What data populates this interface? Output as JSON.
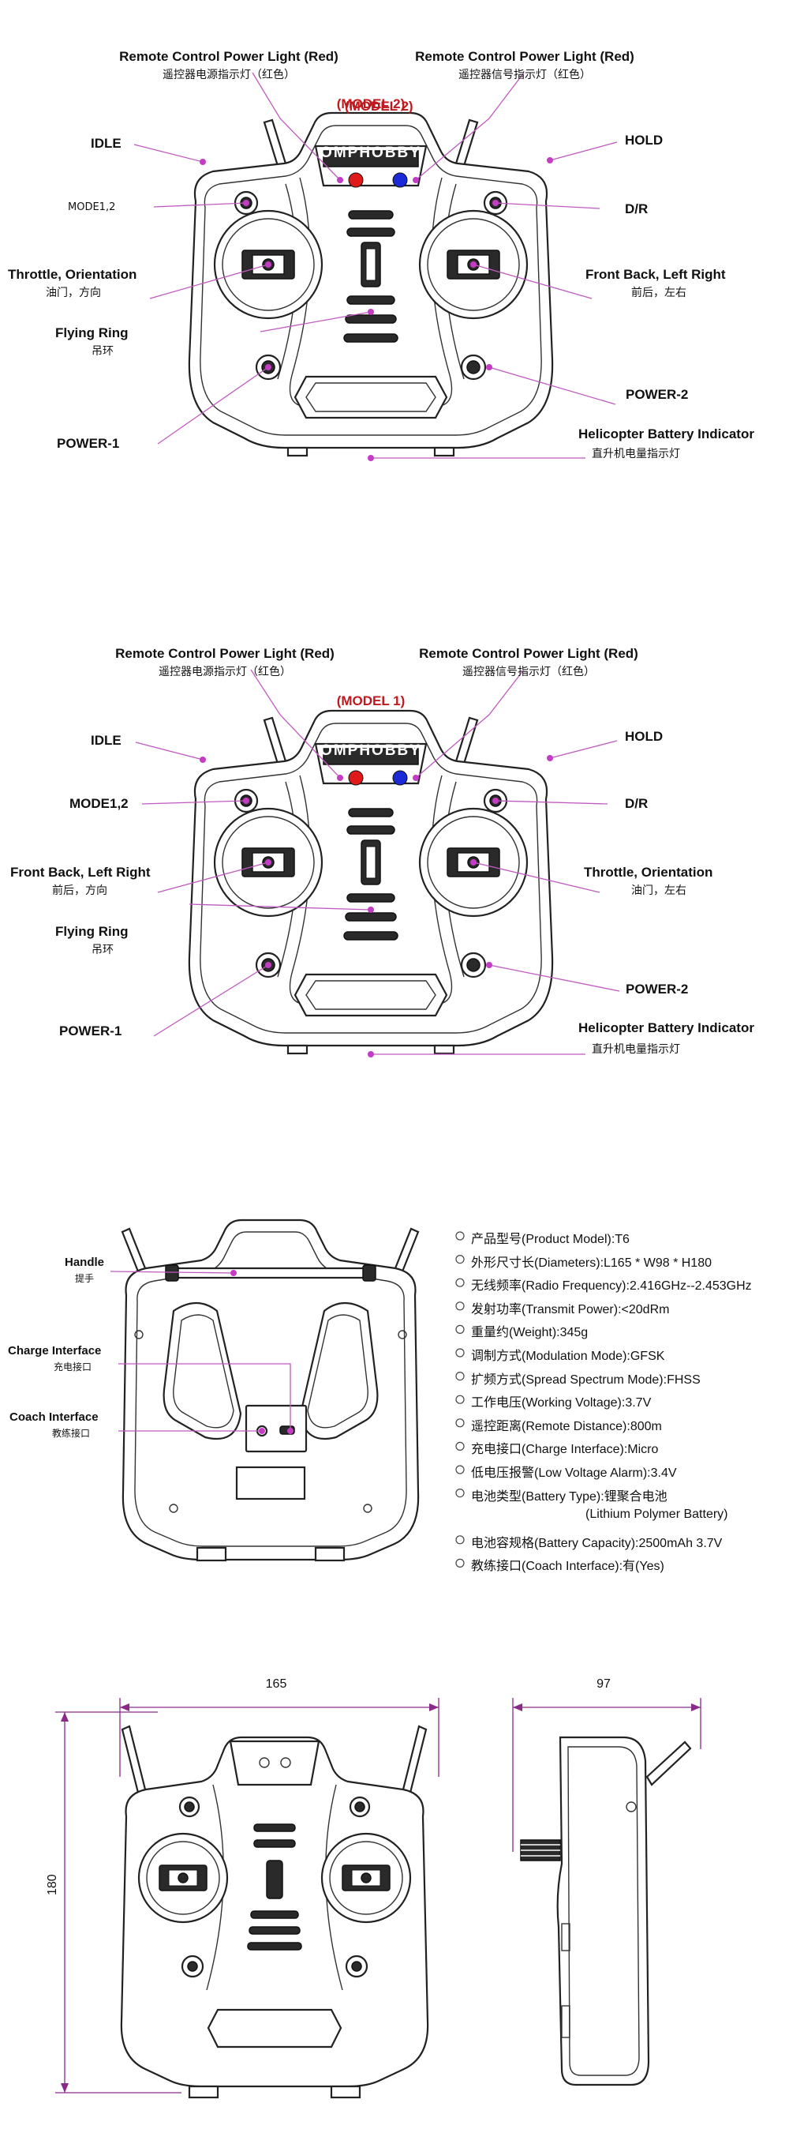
{
  "model2": {
    "model_label": "(MODEL 2)",
    "logo": "OMPHOBBY",
    "power_light_en": "Remote Control Power Light (Red)",
    "power_light_cn": "遥控器电源指示灯（红色）",
    "signal_light_en": "Remote Control Power Light (Red)",
    "signal_light_cn": "遥控器信号指示灯（红色）",
    "idle": "IDLE",
    "hold": "HOLD",
    "mode12": "MODE1,2",
    "dr": "D/R",
    "left_stick_en": "Throttle, Orientation",
    "left_stick_cn": "油门，方向",
    "right_stick_en": "Front Back, Left Right",
    "right_stick_cn": "前后，左右",
    "flying_ring_en": "Flying Ring",
    "flying_ring_cn": "吊环",
    "power1": "POWER-1",
    "power2": "POWER-2",
    "battery_en": "Helicopter Battery Indicator",
    "battery_cn": "直升机电量指示灯"
  },
  "model1": {
    "model_label": "(MODEL 1)",
    "logo": "OMPHOBBY",
    "power_light_en": "Remote Control Power Light (Red)",
    "power_light_cn": "遥控器电源指示灯（红色）",
    "signal_light_en": "Remote Control Power Light (Red)",
    "signal_light_cn": "遥控器信号指示灯（红色）",
    "idle": "IDLE",
    "hold": "HOLD",
    "mode12": "MODE1,2",
    "dr": "D/R",
    "left_stick_en": "Front Back, Left Right",
    "left_stick_cn": "前后，方向",
    "right_stick_en": "Throttle, Orientation",
    "right_stick_cn": "油门，左右",
    "flying_ring_en": "Flying Ring",
    "flying_ring_cn": "吊环",
    "power1": "POWER-1",
    "power2": "POWER-2",
    "battery_en": "Helicopter Battery Indicator",
    "battery_cn": "直升机电量指示灯"
  },
  "back": {
    "handle_en": "Handle",
    "handle_cn": "提手",
    "charge_en": "Charge Interface",
    "charge_cn": "充电接口",
    "coach_en": "Coach Interface",
    "coach_cn": "教练接口"
  },
  "specs": [
    "产品型号(Product Model):T6",
    "外形尺寸长(Diameters):L165 * W98 * H180",
    "无线频率(Radio Frequency):2.416GHz--2.453GHz",
    "发射功率(Transmit Power):<20dRm",
    "重量约(Weight):345g",
    "调制方式(Modulation Mode):GFSK",
    "扩频方式(Spread Spectrum Mode):FHSS",
    "工作电压(Working Voltage):3.7V",
    "遥控距离(Remote Distance):800m",
    "充电接口(Charge Interface):Micro",
    "低电压报警(Low Voltage Alarm):3.4V",
    "电池类型(Battery Type):锂聚合电池",
    "电池容规格(Battery Capacity):2500mAh 3.7V",
    "教练接口(Coach Interface):有(Yes)"
  ],
  "battery_type_continued": "(Lithium Polymer Battery)",
  "dimensions": {
    "width": "165",
    "height": "180",
    "depth": "97"
  },
  "colors": {
    "leader": "#c05ac0",
    "model_label": "#c0181d",
    "led_red": "#e01a1a",
    "led_blue": "#1a2ad6",
    "outline": "#222222"
  }
}
